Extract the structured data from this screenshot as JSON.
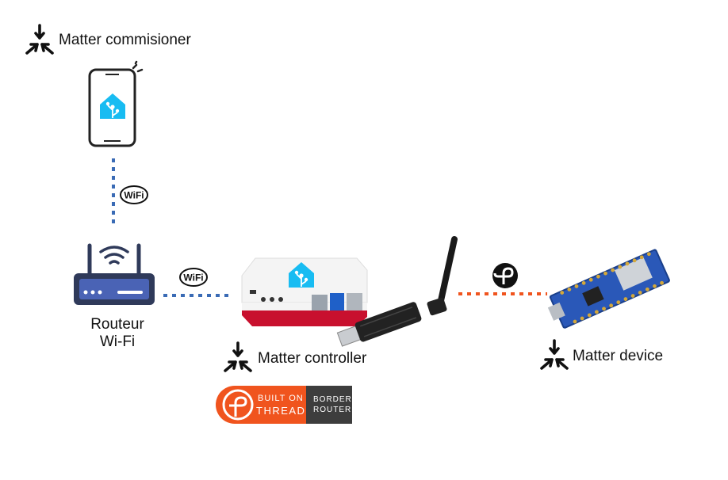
{
  "nodes": {
    "commissioner": {
      "label": "Matter commisioner",
      "icon": "matter-logo-icon",
      "device_icon": "smartphone-home-assistant-icon"
    },
    "router": {
      "label_line1": "Routeur",
      "label_line2": "Wi-Fi",
      "icon": "wifi-router-icon"
    },
    "controller": {
      "label": "Matter controller",
      "icon": "matter-logo-icon",
      "device_icon": "raspberry-pi-home-assistant-icon",
      "dongle_icon": "thread-usb-dongle-icon"
    },
    "device": {
      "label": "Matter device",
      "icon": "matter-logo-icon",
      "device_icon": "arduino-board-icon"
    }
  },
  "links": [
    {
      "from": "commissioner",
      "to": "router",
      "protocol": "wifi-icon",
      "color": "#3a6bb5"
    },
    {
      "from": "router",
      "to": "controller",
      "protocol": "wifi-icon",
      "color": "#3a6bb5"
    },
    {
      "from": "controller",
      "to": "device",
      "protocol": "thread-icon",
      "color": "#f0541e"
    }
  ],
  "badge": {
    "left_line1": "BUILT ON",
    "left_line2": "THREAD",
    "right_line1": "BORDER",
    "right_line2": "ROUTER",
    "left_color": "#f0541e",
    "right_color": "#3d3d3d"
  },
  "wifi_badge_text": "WiFi",
  "colors": {
    "wifi_link": "#3a6bb5",
    "thread_link": "#f0541e",
    "home_assistant": "#18bcf2",
    "pi_red": "#c8102e"
  }
}
